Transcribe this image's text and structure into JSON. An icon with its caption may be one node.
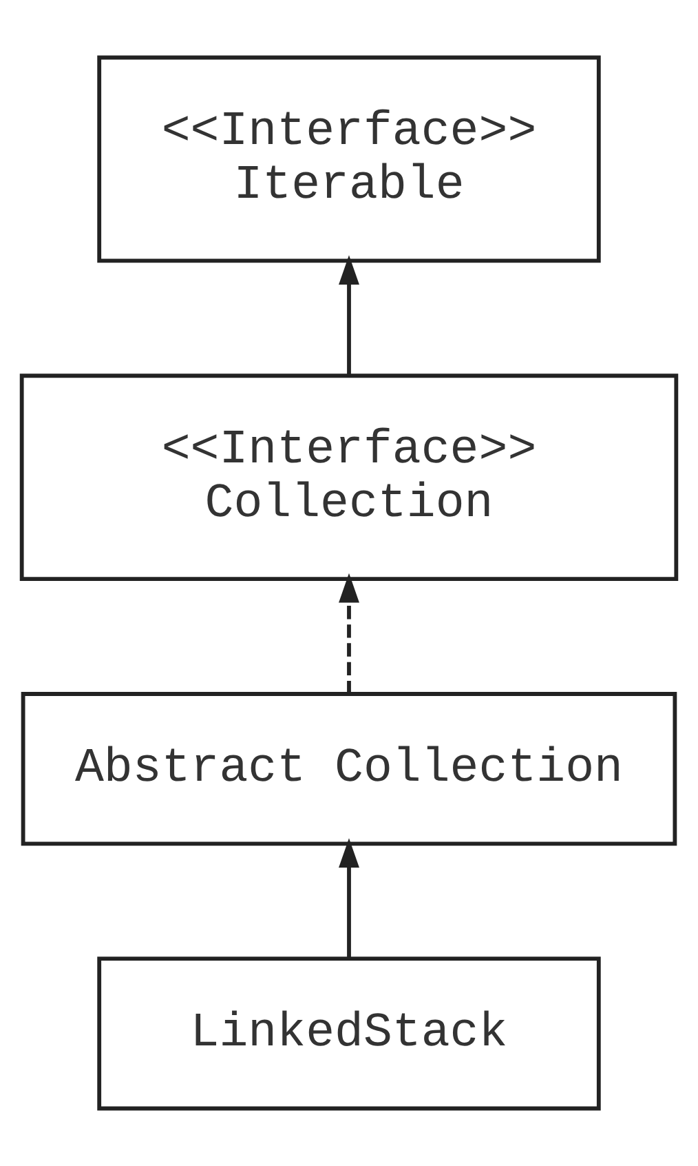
{
  "diagram": {
    "nodes": [
      {
        "text": [
          "<<Interface>>",
          "Iterable"
        ]
      },
      {
        "text": [
          "<<Interface>>",
          "Collection"
        ]
      },
      {
        "text": [
          "Abstract Collection"
        ]
      },
      {
        "text": [
          "LinkedStack"
        ]
      }
    ],
    "edges": [
      {
        "from": 1,
        "to": 0,
        "arrow": "to"
      },
      {
        "from": 2,
        "to": 1,
        "arrow": "to",
        "style": "dashed"
      },
      {
        "from": 3,
        "to": 2,
        "arrow": "to"
      }
    ]
  }
}
